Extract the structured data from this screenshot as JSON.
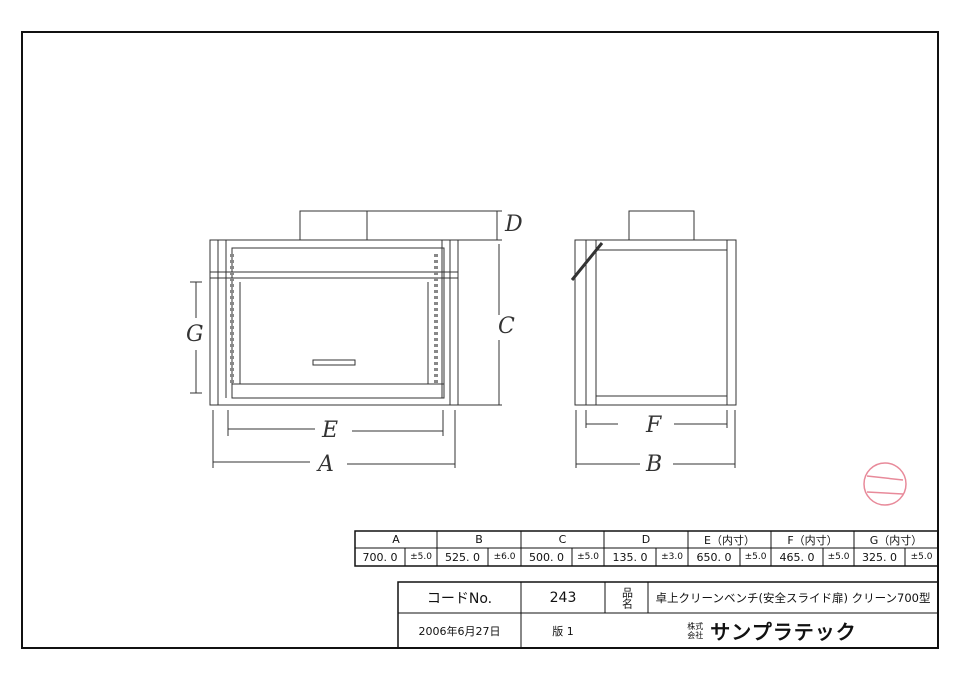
{
  "drawing": {
    "labels": {
      "a": "A",
      "b": "B",
      "c": "C",
      "d": "D",
      "e": "E",
      "f": "F",
      "g": "G"
    }
  },
  "dimensions_table": {
    "headers": [
      "A",
      "B",
      "C",
      "D",
      "E（内寸）",
      "F（内寸）",
      "G（内寸）"
    ],
    "values": [
      "700. 0",
      "525. 0",
      "500. 0",
      "135. 0",
      "650. 0",
      "465. 0",
      "325. 0"
    ],
    "tolerances": [
      "±5.0",
      "±6.0",
      "±5.0",
      "±3.0",
      "±5.0",
      "±5.0",
      "±5.0"
    ]
  },
  "title_block": {
    "code_label": "コードNo.",
    "code_value": "243",
    "name_label": "品名",
    "product_name": "卓上クリーンベンチ(安全スライド扉)  クリーン700型",
    "date": "2006年6月27日",
    "edition": "版 1",
    "company_prefix": "株式会社",
    "company_name": "サンプラテック"
  },
  "stamp_color": "#e88a9a"
}
